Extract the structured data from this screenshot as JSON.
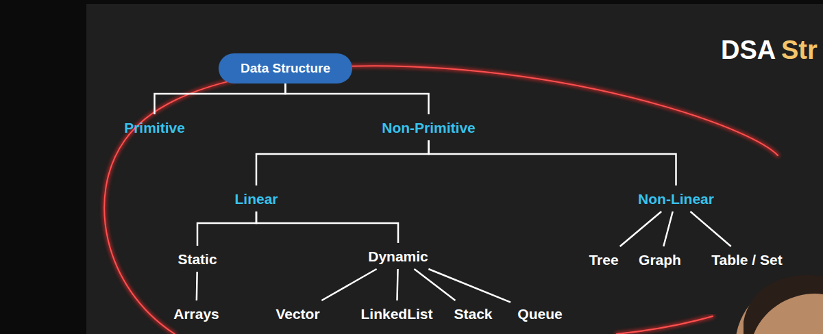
{
  "diagram": {
    "title": "DSA",
    "nodes": [
      {
        "text": [
          "Data Structure"
        ]
      },
      {
        "text": [
          "Primitive"
        ]
      },
      {
        "text": [
          "Non-Primitive"
        ]
      },
      {
        "text": [
          "Linear"
        ]
      },
      {
        "text": [
          "Non-Linear"
        ]
      },
      {
        "text": [
          "Static"
        ]
      },
      {
        "text": [
          "Dynamic"
        ]
      },
      {
        "text": [
          "Tree"
        ]
      },
      {
        "text": [
          "Graph"
        ]
      },
      {
        "text": [
          "Table / Set"
        ]
      },
      {
        "text": [
          "Arrays"
        ]
      },
      {
        "text": [
          "Vector"
        ]
      },
      {
        "text": [
          "LinkedList"
        ]
      },
      {
        "text": [
          "Stack"
        ]
      },
      {
        "text": [
          "Queue"
        ]
      }
    ],
    "edges": [
      {
        "from": 0,
        "to": 1,
        "arrow": "none"
      },
      {
        "from": 0,
        "to": 2,
        "arrow": "none"
      },
      {
        "from": 2,
        "to": 3,
        "arrow": "none"
      },
      {
        "from": 2,
        "to": 4,
        "arrow": "none"
      },
      {
        "from": 3,
        "to": 5,
        "arrow": "none"
      },
      {
        "from": 3,
        "to": 6,
        "arrow": "none"
      },
      {
        "from": 5,
        "to": 10,
        "arrow": "none"
      },
      {
        "from": 6,
        "to": 11,
        "arrow": "none"
      },
      {
        "from": 6,
        "to": 12,
        "arrow": "none"
      },
      {
        "from": 6,
        "to": 13,
        "arrow": "none"
      },
      {
        "from": 6,
        "to": 14,
        "arrow": "none"
      },
      {
        "from": 4,
        "to": 7,
        "arrow": "none"
      },
      {
        "from": 4,
        "to": 8,
        "arrow": "none"
      },
      {
        "from": 4,
        "to": 9,
        "arrow": "none"
      }
    ],
    "labels": [
      "Str"
    ]
  }
}
